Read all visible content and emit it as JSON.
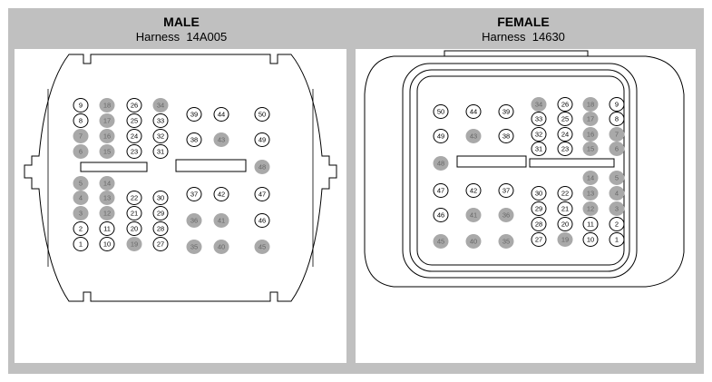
{
  "male": {
    "title": "MALE",
    "harness_label": "Harness",
    "harness_number": "14A005"
  },
  "female": {
    "title": "FEMALE",
    "harness_label": "Harness",
    "harness_number": "14630"
  },
  "colors": {
    "frame": "#c0c0c0",
    "panel": "#ffffff",
    "outline": "#000000",
    "unused_pin_fill": "#a9a9a9",
    "pin_fill": "#ffffff"
  },
  "male_pins": [
    {
      "n": "9",
      "used": true
    },
    {
      "n": "18",
      "used": false
    },
    {
      "n": "26",
      "used": true
    },
    {
      "n": "34",
      "used": false
    },
    {
      "n": "8",
      "used": true
    },
    {
      "n": "17",
      "used": false
    },
    {
      "n": "25",
      "used": true
    },
    {
      "n": "33",
      "used": true
    },
    {
      "n": "7",
      "used": false
    },
    {
      "n": "16",
      "used": false
    },
    {
      "n": "24",
      "used": true
    },
    {
      "n": "32",
      "used": true
    },
    {
      "n": "6",
      "used": false
    },
    {
      "n": "15",
      "used": false
    },
    {
      "n": "23",
      "used": true
    },
    {
      "n": "31",
      "used": true
    },
    {
      "n": "39",
      "used": true
    },
    {
      "n": "44",
      "used": true
    },
    {
      "n": "50",
      "used": true
    },
    {
      "n": "38",
      "used": true
    },
    {
      "n": "43",
      "used": false
    },
    {
      "n": "49",
      "used": true
    },
    {
      "n": "48",
      "used": false
    },
    {
      "n": "5",
      "used": false
    },
    {
      "n": "14",
      "used": false
    },
    {
      "n": "4",
      "used": false
    },
    {
      "n": "13",
      "used": false
    },
    {
      "n": "22",
      "used": true
    },
    {
      "n": "30",
      "used": true
    },
    {
      "n": "3",
      "used": false
    },
    {
      "n": "12",
      "used": false
    },
    {
      "n": "21",
      "used": true
    },
    {
      "n": "29",
      "used": true
    },
    {
      "n": "2",
      "used": true
    },
    {
      "n": "11",
      "used": true
    },
    {
      "n": "20",
      "used": true
    },
    {
      "n": "28",
      "used": true
    },
    {
      "n": "1",
      "used": true
    },
    {
      "n": "10",
      "used": true
    },
    {
      "n": "19",
      "used": false
    },
    {
      "n": "27",
      "used": true
    },
    {
      "n": "37",
      "used": true
    },
    {
      "n": "42",
      "used": true
    },
    {
      "n": "47",
      "used": true
    },
    {
      "n": "36",
      "used": false
    },
    {
      "n": "41",
      "used": false
    },
    {
      "n": "46",
      "used": true
    },
    {
      "n": "35",
      "used": false
    },
    {
      "n": "40",
      "used": false
    },
    {
      "n": "45",
      "used": false
    }
  ],
  "female_pins": [
    {
      "n": "50",
      "used": true
    },
    {
      "n": "44",
      "used": true
    },
    {
      "n": "39",
      "used": true
    },
    {
      "n": "49",
      "used": true
    },
    {
      "n": "43",
      "used": false
    },
    {
      "n": "38",
      "used": true
    },
    {
      "n": "48",
      "used": false
    },
    {
      "n": "47",
      "used": true
    },
    {
      "n": "42",
      "used": true
    },
    {
      "n": "37",
      "used": true
    },
    {
      "n": "46",
      "used": true
    },
    {
      "n": "41",
      "used": false
    },
    {
      "n": "36",
      "used": false
    },
    {
      "n": "45",
      "used": false
    },
    {
      "n": "40",
      "used": false
    },
    {
      "n": "35",
      "used": false
    },
    {
      "n": "34",
      "used": false
    },
    {
      "n": "26",
      "used": true
    },
    {
      "n": "18",
      "used": false
    },
    {
      "n": "9",
      "used": true
    },
    {
      "n": "33",
      "used": true
    },
    {
      "n": "25",
      "used": true
    },
    {
      "n": "17",
      "used": false
    },
    {
      "n": "8",
      "used": true
    },
    {
      "n": "32",
      "used": true
    },
    {
      "n": "24",
      "used": true
    },
    {
      "n": "16",
      "used": false
    },
    {
      "n": "7",
      "used": false
    },
    {
      "n": "31",
      "used": true
    },
    {
      "n": "23",
      "used": true
    },
    {
      "n": "15",
      "used": false
    },
    {
      "n": "6",
      "used": false
    },
    {
      "n": "14",
      "used": false
    },
    {
      "n": "5",
      "used": false
    },
    {
      "n": "30",
      "used": true
    },
    {
      "n": "22",
      "used": true
    },
    {
      "n": "13",
      "used": false
    },
    {
      "n": "4",
      "used": false
    },
    {
      "n": "29",
      "used": true
    },
    {
      "n": "21",
      "used": true
    },
    {
      "n": "12",
      "used": false
    },
    {
      "n": "3",
      "used": false
    },
    {
      "n": "28",
      "used": true
    },
    {
      "n": "20",
      "used": true
    },
    {
      "n": "11",
      "used": true
    },
    {
      "n": "2",
      "used": true
    },
    {
      "n": "27",
      "used": true
    },
    {
      "n": "19",
      "used": false
    },
    {
      "n": "10",
      "used": true
    },
    {
      "n": "1",
      "used": true
    }
  ]
}
